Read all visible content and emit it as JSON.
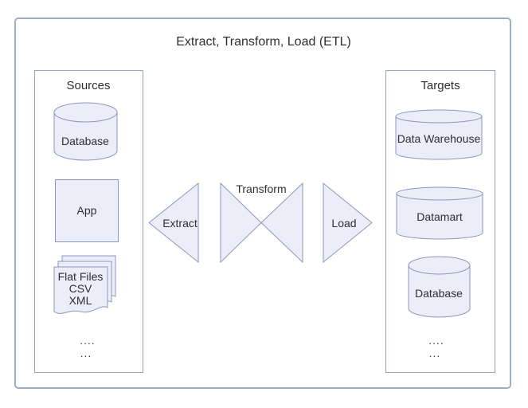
{
  "diagram": {
    "title": "Extract, Transform, Load (ETL)",
    "sources": {
      "label": "Sources",
      "database_label": "Database",
      "app_label": "App",
      "flat_files_lines": [
        "Flat Files",
        "CSV",
        "XML"
      ],
      "dots_row1": "....",
      "dots_row2": "..."
    },
    "flow": {
      "extract_label": "Extract",
      "transform_label": "Transform",
      "load_label": "Load"
    },
    "targets": {
      "label": "Targets",
      "data_warehouse_label": "Data Warehouse",
      "datamart_label": "Datamart",
      "database_label": "Database",
      "dots_row1": "....",
      "dots_row2": "..."
    },
    "colors": {
      "shape_fill": "#ebedf9",
      "shape_stroke": "#8c96bc",
      "panel_border": "#90a4c0",
      "outer_border": "#9eadc8",
      "text": "#2f2f2f"
    }
  }
}
